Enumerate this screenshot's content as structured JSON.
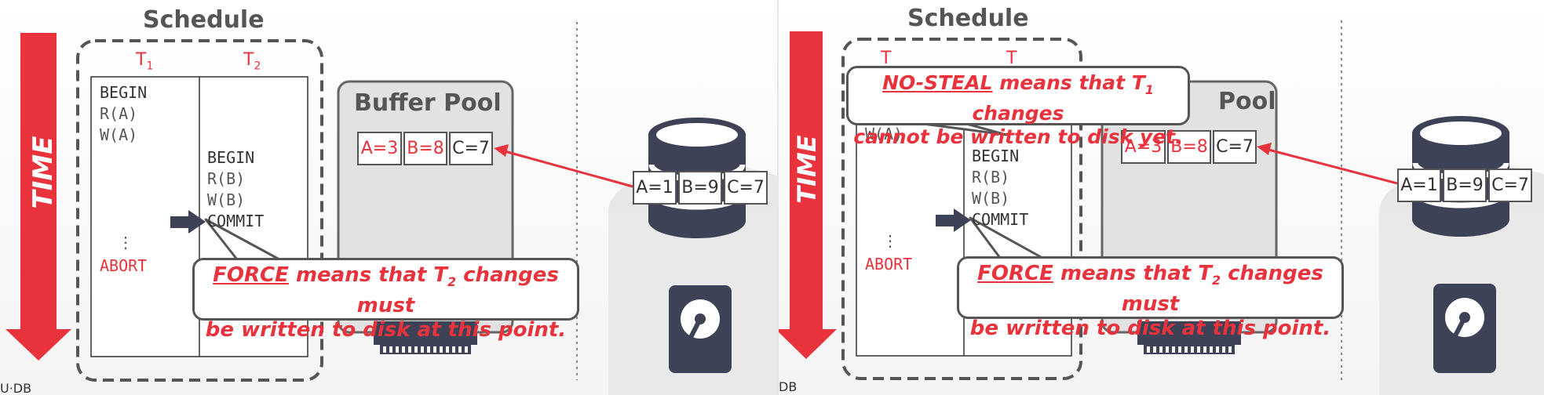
{
  "slides": [
    {
      "schedule_title": "Schedule",
      "time_label": "TIME",
      "t1_label": "T",
      "t1_sub": "1",
      "t2_label": "T",
      "t2_sub": "2",
      "t1_ops": [
        "BEGIN",
        "R(A)",
        "W(A)"
      ],
      "t1_dots": "⋮",
      "t1_abort": "ABORT",
      "t2_ops": [
        "BEGIN",
        "R(B)",
        "W(B)"
      ],
      "t2_commit": "COMMIT",
      "buffer_pool_title": "Buffer Pool",
      "buffer_cells": [
        "A=3",
        "B=8",
        "C=7"
      ],
      "disk_cells": [
        "A=1",
        "B=9",
        "C=7"
      ],
      "callout_force": {
        "keyword": "FORCE",
        "line1_rest": " means that T",
        "sub": "2",
        "line1_end": " changes must",
        "line2": "be written to disk at this point."
      },
      "footer": "U·DB"
    },
    {
      "schedule_title": "Schedule",
      "time_label": "TIME",
      "t1_ops": [
        "W(A)"
      ],
      "t1_dots": "⋮",
      "t1_abort": "ABORT",
      "t2_ops": [
        "BEGIN",
        "R(B)",
        "W(B)"
      ],
      "t2_commit": "COMMIT",
      "buffer_pool_title_partial": "Pool",
      "buffer_cells": [
        "A=3",
        "B=8",
        "C=7"
      ],
      "disk_cells": [
        "A=1",
        "B=9",
        "C=7"
      ],
      "callout_nosteal": {
        "keyword": "NO-STEAL",
        "line1_rest": " means that T",
        "sub": "1",
        "line1_end": " changes",
        "line2": "cannot be written to disk yet."
      },
      "callout_force": {
        "keyword": "FORCE",
        "line1_rest": " means that T",
        "sub": "2",
        "line1_end": " changes must",
        "line2": "be written to disk at this point."
      },
      "footer": "DB"
    }
  ],
  "colors": {
    "accent_red": "#e8333d",
    "dark_gray": "#555555",
    "navy": "#3d4257"
  },
  "icons": [
    "time-arrow",
    "commit-pointer-arrow",
    "database-icon",
    "hard-drive-icon",
    "memory-chip-icon"
  ]
}
